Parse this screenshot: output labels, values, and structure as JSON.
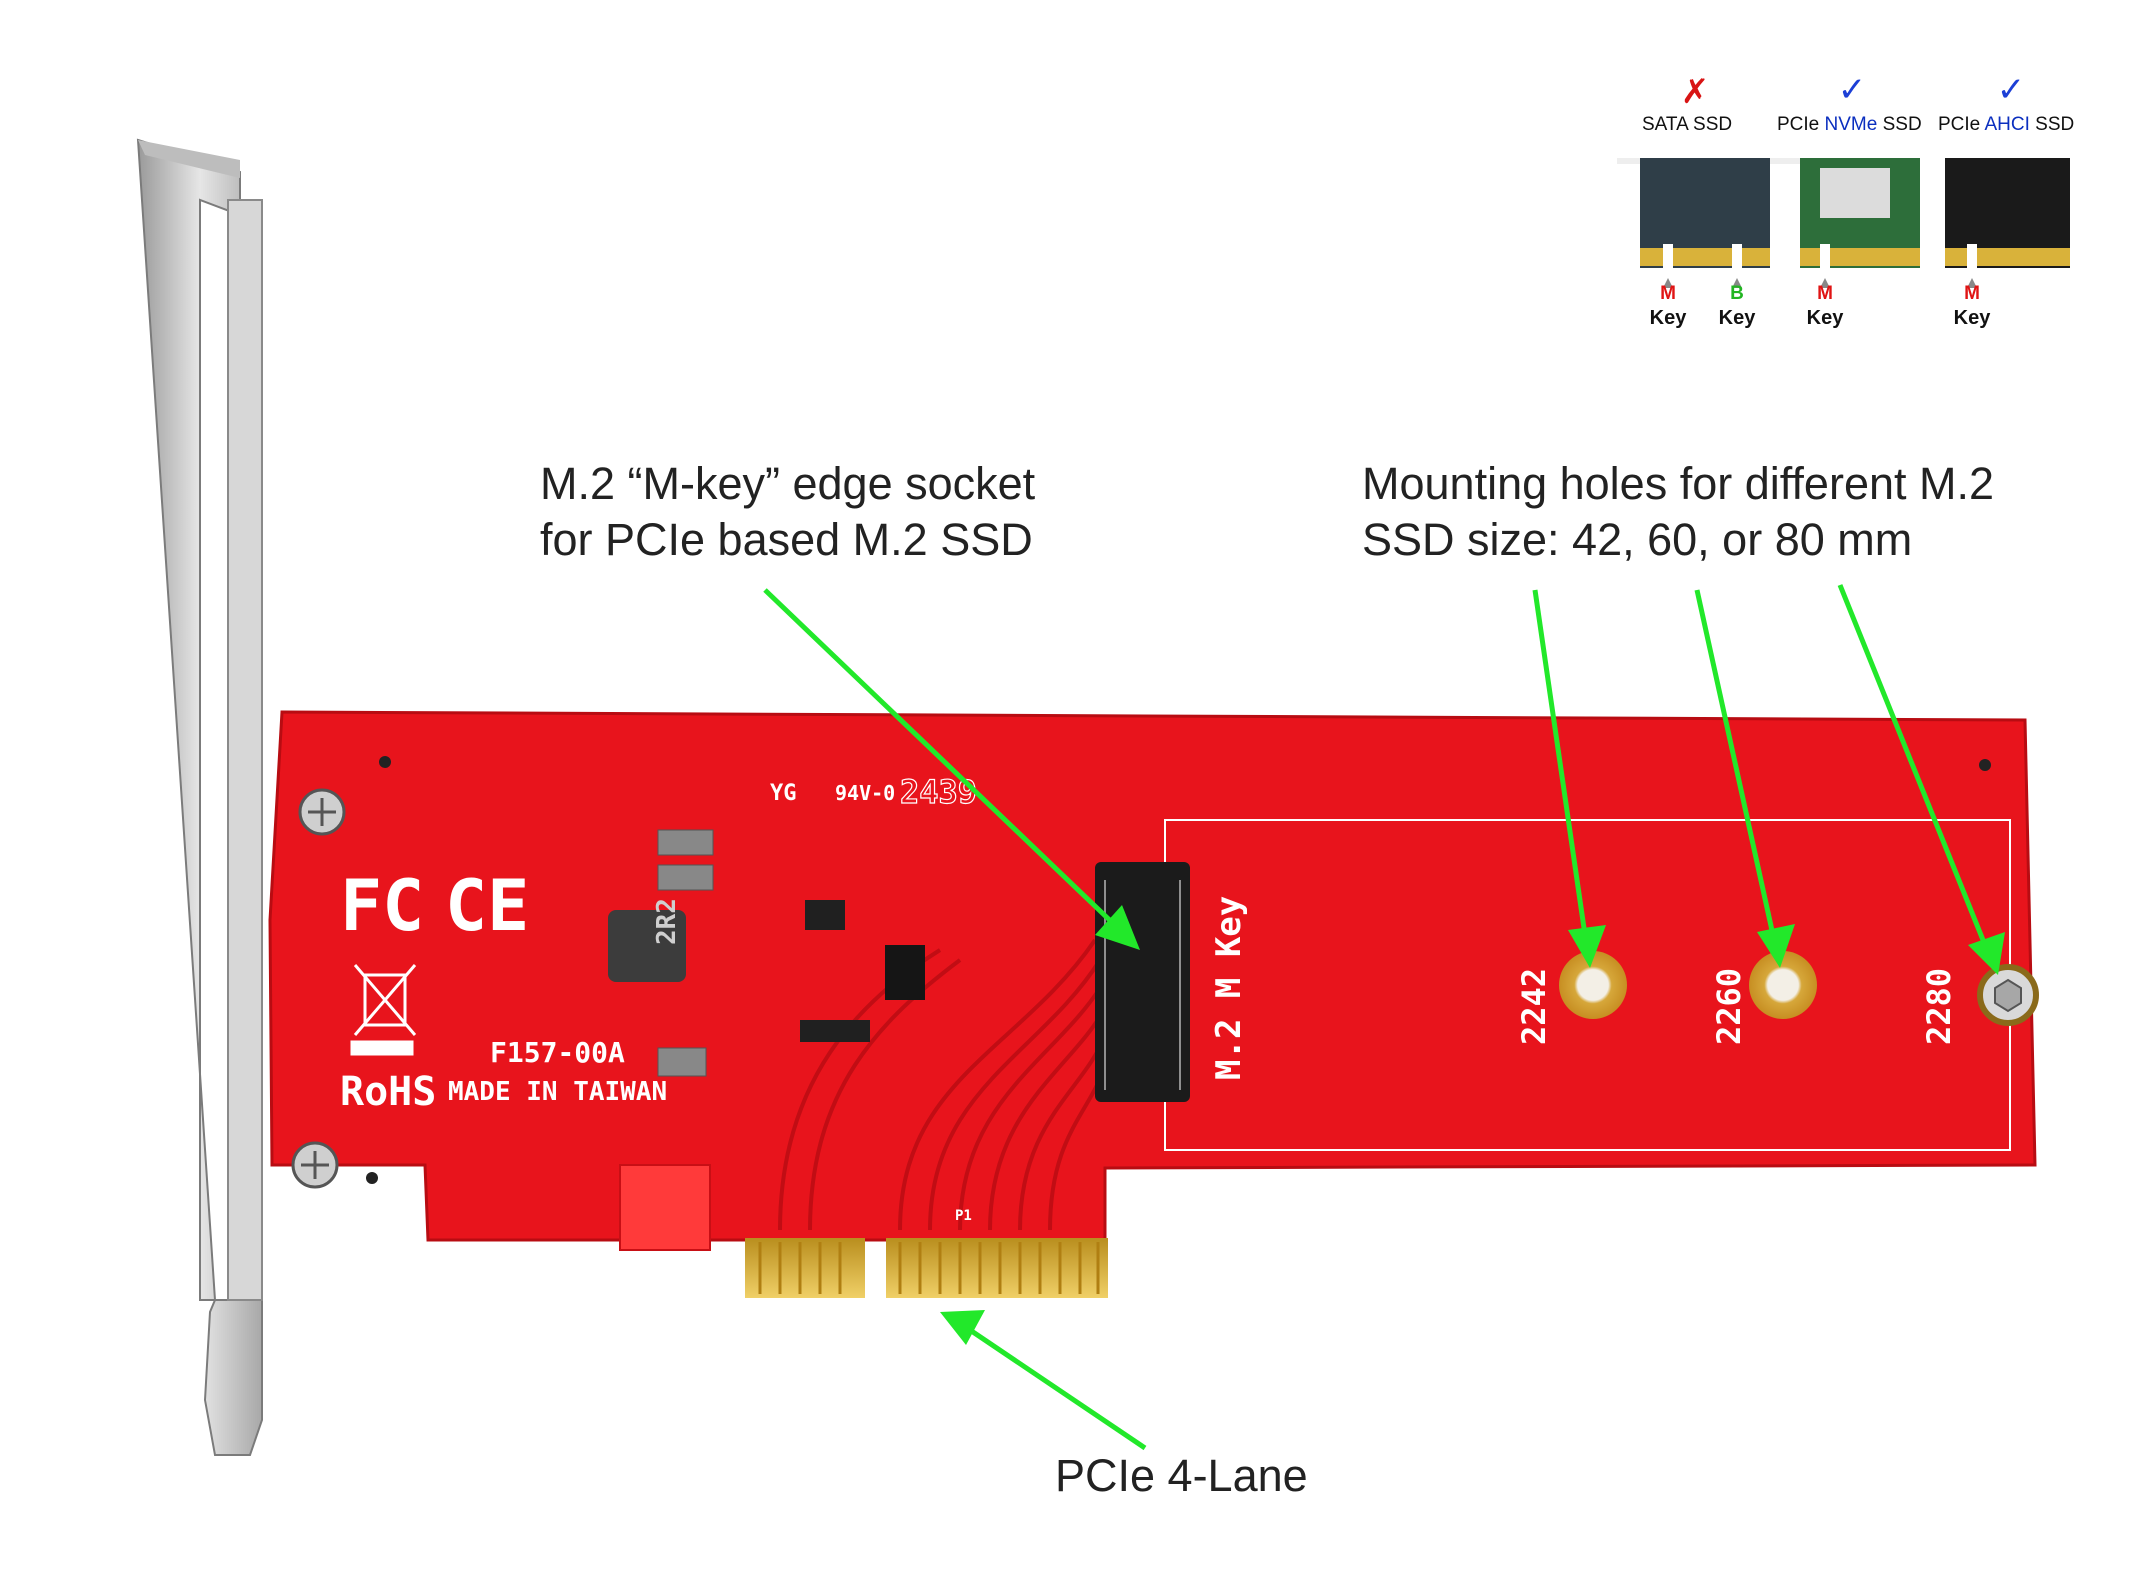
{
  "legend": {
    "columns": [
      {
        "mark": "✗",
        "mark_color": "#d81414",
        "label_pre": "SATA SSD",
        "label_highlight": "",
        "label_post": ""
      },
      {
        "mark": "✓",
        "mark_color": "#1c3fd6",
        "label_pre": "PCIe ",
        "label_highlight": "NVMe",
        "label_post": " SSD"
      },
      {
        "mark": "✓",
        "mark_color": "#1c3fd6",
        "label_pre": "PCIe ",
        "label_highlight": "AHCI",
        "label_post": " SSD"
      }
    ],
    "keys": [
      {
        "letter": "M",
        "letter_color": "#e01414",
        "word": "Key"
      },
      {
        "letter": "B",
        "letter_color": "#22b522",
        "word": "Key"
      },
      {
        "letter": "M",
        "letter_color": "#e01414",
        "word": "Key"
      },
      {
        "letter": "M",
        "letter_color": "#e01414",
        "word": "Key"
      }
    ]
  },
  "callouts": {
    "socket": "M.2 “M-key” edge socket\nfor PCIe based M.2 SSD",
    "holes": "Mounting holes for different M.2\nSSD size: 42, 60, or 80 mm",
    "lanes": "PCIe 4-Lane"
  },
  "board": {
    "part_number": "F157-00A",
    "made_in": "MADE IN TAIWAN",
    "rohs": "RoHS",
    "fc": "FC",
    "ce": "CE",
    "rating": "94V-0",
    "date_code": "2439",
    "maker_logo": "YG",
    "inductor": "2R2",
    "slot_label": "M.2 M Key",
    "hole_labels": [
      "2242",
      "2260",
      "2280"
    ],
    "p1": "P1"
  },
  "colors": {
    "pcb": "#e8141c",
    "arrow": "#22e82a",
    "gold": "#d9b23a",
    "bracket": "#c9c9c9"
  }
}
